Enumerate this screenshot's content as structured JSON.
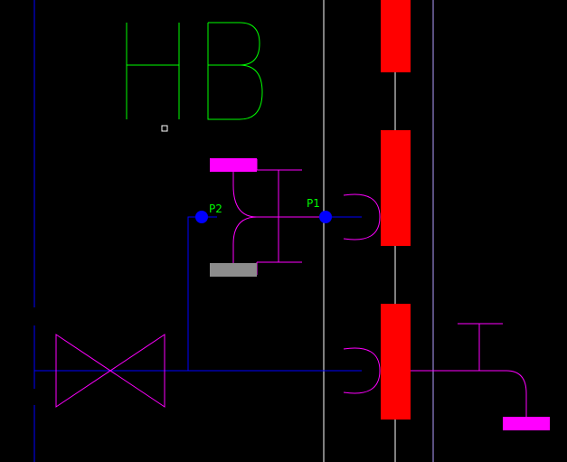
{
  "drawing": {
    "title_text": "HB",
    "points": [
      {
        "id": "p1",
        "label": "P1"
      },
      {
        "id": "p2",
        "label": "P2"
      }
    ]
  },
  "colors": {
    "background": "#000000",
    "blue_line": "#0000ff",
    "point": "#0000ff",
    "magenta": "#ff00ff",
    "red": "#ff0000",
    "green": "#00ff00",
    "gray": "#8c8c8c",
    "white": "#ffffff",
    "lavender": "#b4a0ff"
  }
}
